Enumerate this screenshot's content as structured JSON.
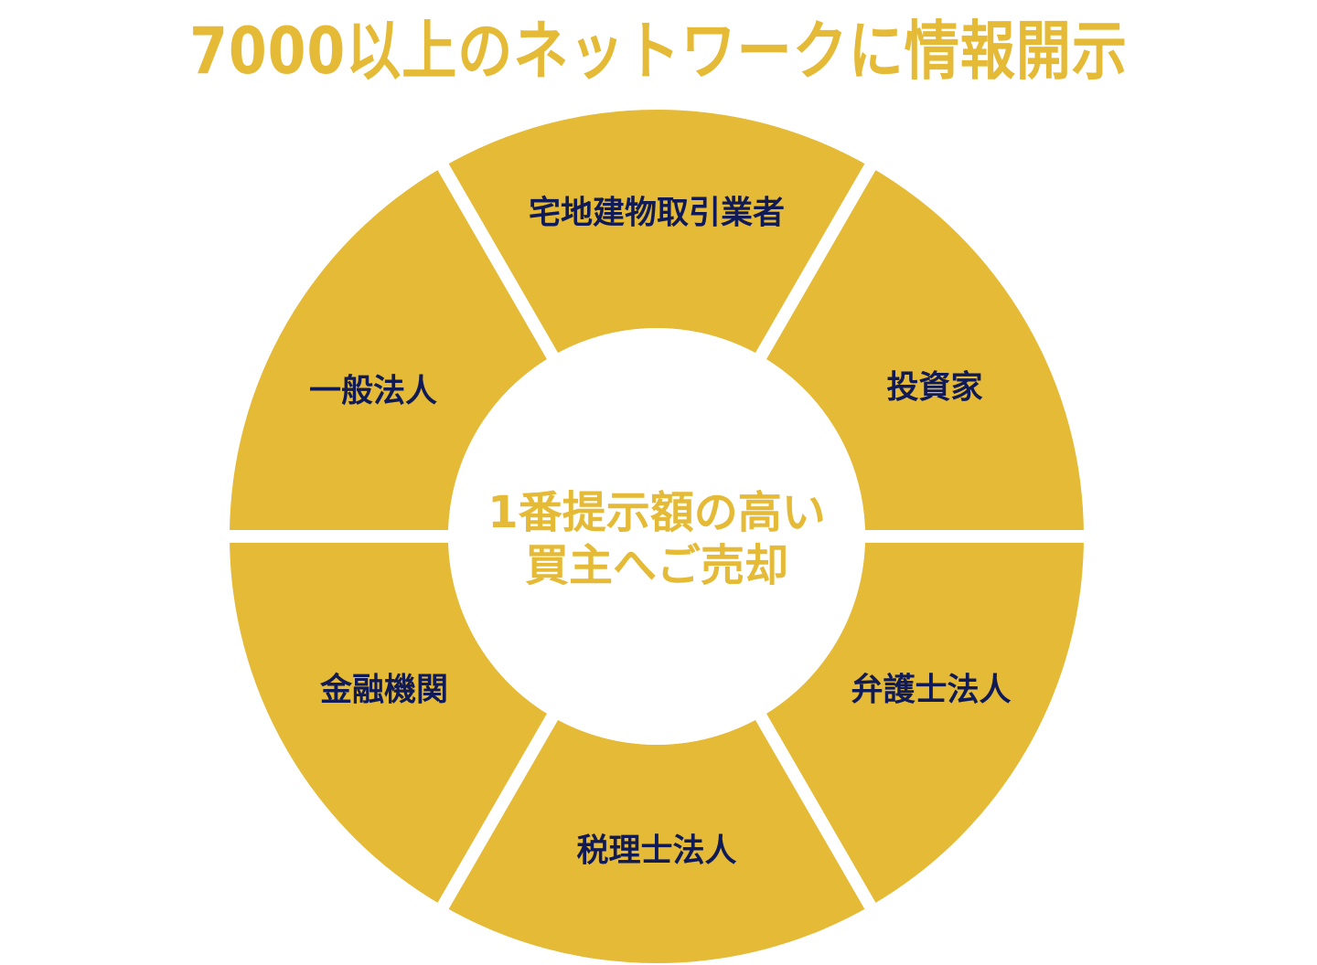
{
  "title": "7000以上のネットワークに情報開示",
  "colors": {
    "accent": "#E4BA37",
    "label_text": "#0F1A57",
    "background": "#FFFFFF"
  },
  "center": {
    "line1": "1番提示額の高い",
    "line2": "買主へご売却"
  },
  "segments": [
    {
      "label": "投資家",
      "position": "upper-right"
    },
    {
      "label": "宅地建物取引業者",
      "position": "top"
    },
    {
      "label": "一般法人",
      "position": "upper-left"
    },
    {
      "label": "金融機関",
      "position": "lower-left"
    },
    {
      "label": "税理士法人",
      "position": "bottom"
    },
    {
      "label": "弁護士法人",
      "position": "lower-right"
    }
  ]
}
